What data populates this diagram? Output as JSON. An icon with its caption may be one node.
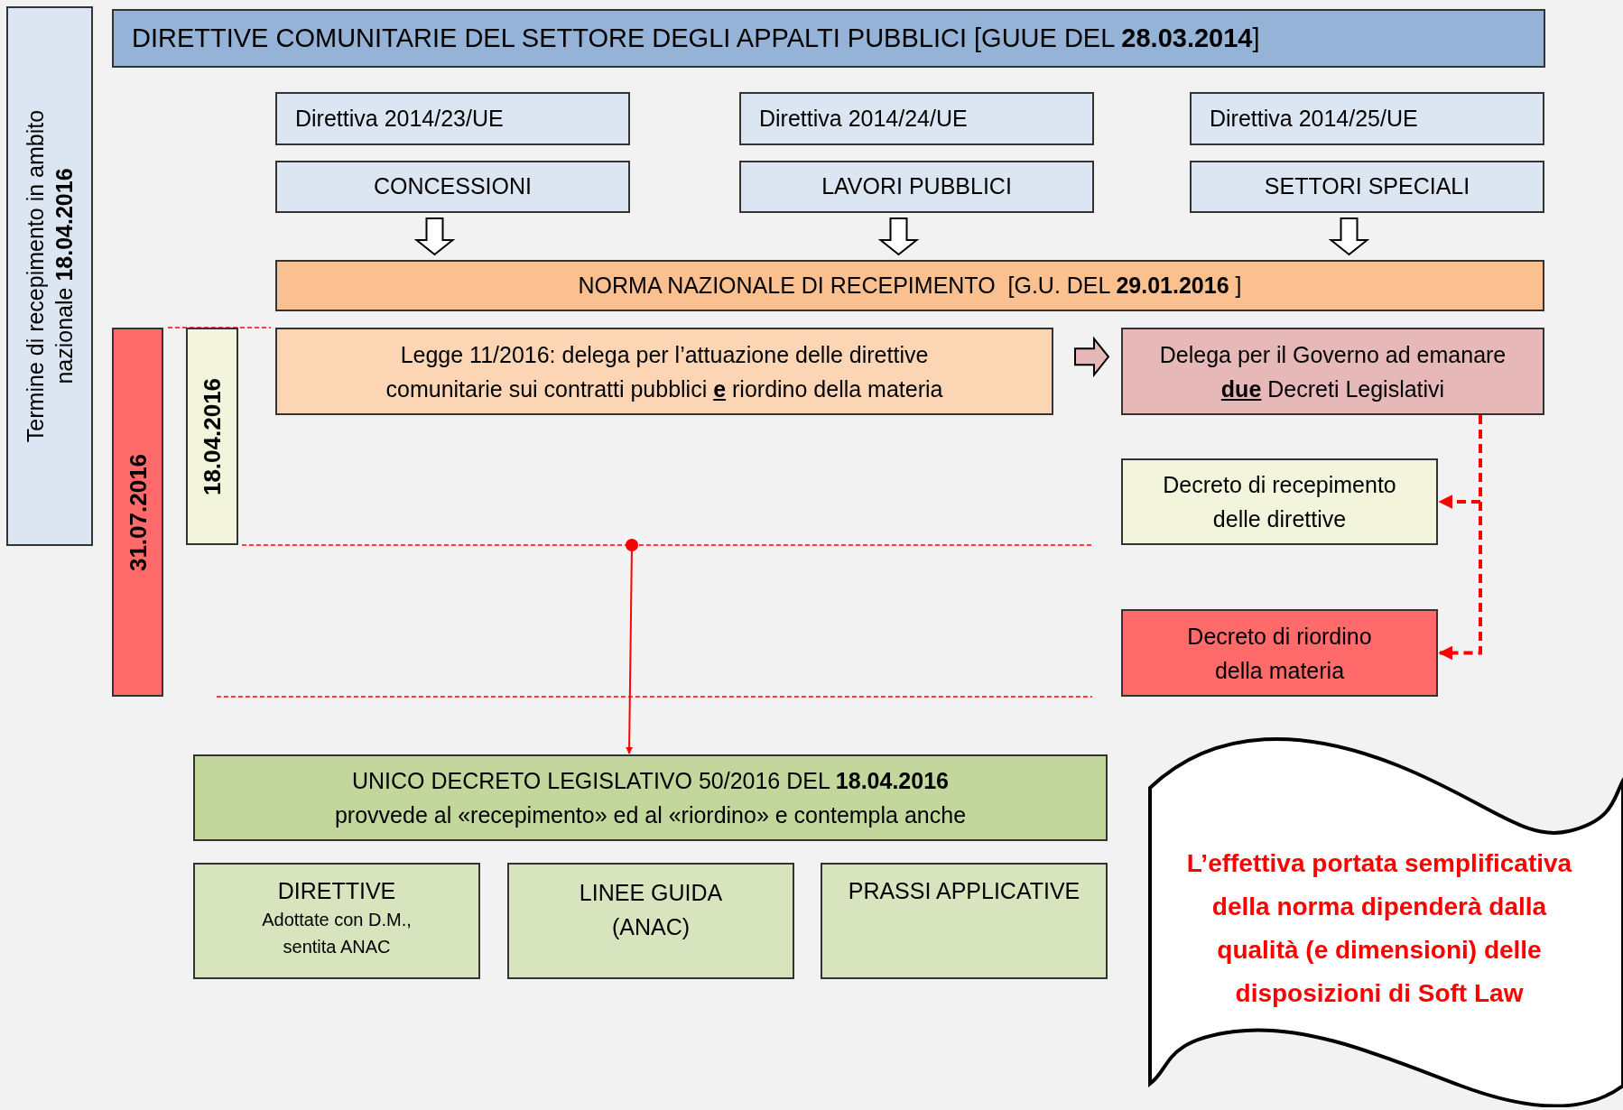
{
  "diagram": {
    "nodes": [
      {
        "text": [
          "Termine di recepimento in ambito nazionale **18.04.2016**"
        ]
      },
      {
        "text": [
          "DIRETTIVE COMUNITARIE DEL SETTORE DEGLI APPALTI PUBBLICI [GUUE DEL **28.03.2014**]"
        ]
      },
      {
        "text": [
          "Direttiva 2014/23/UE"
        ]
      },
      {
        "text": [
          "Direttiva 2014/24/UE"
        ]
      },
      {
        "text": [
          "Direttiva 2014/25/UE"
        ]
      },
      {
        "text": [
          "CONCESSIONI"
        ]
      },
      {
        "text": [
          "LAVORI PUBBLICI"
        ]
      },
      {
        "text": [
          "SETTORI SPECIALI"
        ]
      },
      {
        "text": [
          "NORMA NAZIONALE DI RECEPIMENTO  [G.U. DEL **29.01.2016** ]"
        ]
      },
      {
        "text": [
          "31.07.2016"
        ]
      },
      {
        "text": [
          "18.04.2016"
        ]
      },
      {
        "text": [
          "Legge 11/2016: delega per l’attuazione delle direttive comunitarie sui contratti pubblici **e** riordino della materia"
        ]
      },
      {
        "text": [
          "Delega per il Governo ad emanare **due** Decreti Legislativi"
        ]
      },
      {
        "text": [
          "Decreto di recepimento delle direttive"
        ]
      },
      {
        "text": [
          "Decreto di riordino della materia"
        ]
      },
      {
        "text": [
          "UNICO DECRETO LEGISLATIVO 50/2016 DEL **18.04.2016**",
          "provvede al «recepimento»  ed al «riordino» e contempla anche"
        ]
      },
      {
        "text": [
          "DIRETTIVE",
          "Adottate con D.M., sentita ANAC"
        ]
      },
      {
        "text": [
          "LINEE GUIDA (ANAC)"
        ]
      },
      {
        "text": [
          "PRASSI APPLICATIVE"
        ]
      },
      {
        "text": [
          "L’effettiva portata semplificativa  della norma dipenderà dalla qualità (e dimensioni) delle disposizioni di Soft Law"
        ]
      }
    ],
    "edges": [
      {
        "from": 5,
        "to": 8,
        "arrow": "to",
        "style": "thick"
      },
      {
        "from": 6,
        "to": 8,
        "arrow": "to",
        "style": "thick"
      },
      {
        "from": 7,
        "to": 8,
        "arrow": "to",
        "style": "thick"
      },
      {
        "from": 11,
        "to": 12,
        "arrow": "to",
        "style": "thick"
      },
      {
        "from": 12,
        "to": 13,
        "arrow": "to",
        "style": "dashed",
        "color": "#ff0000"
      },
      {
        "from": 12,
        "to": 14,
        "arrow": "to",
        "style": "dashed",
        "color": "#ff0000"
      },
      {
        "from": null,
        "to": 15,
        "arrow": "to",
        "color": "#ff0000"
      }
    ]
  }
}
